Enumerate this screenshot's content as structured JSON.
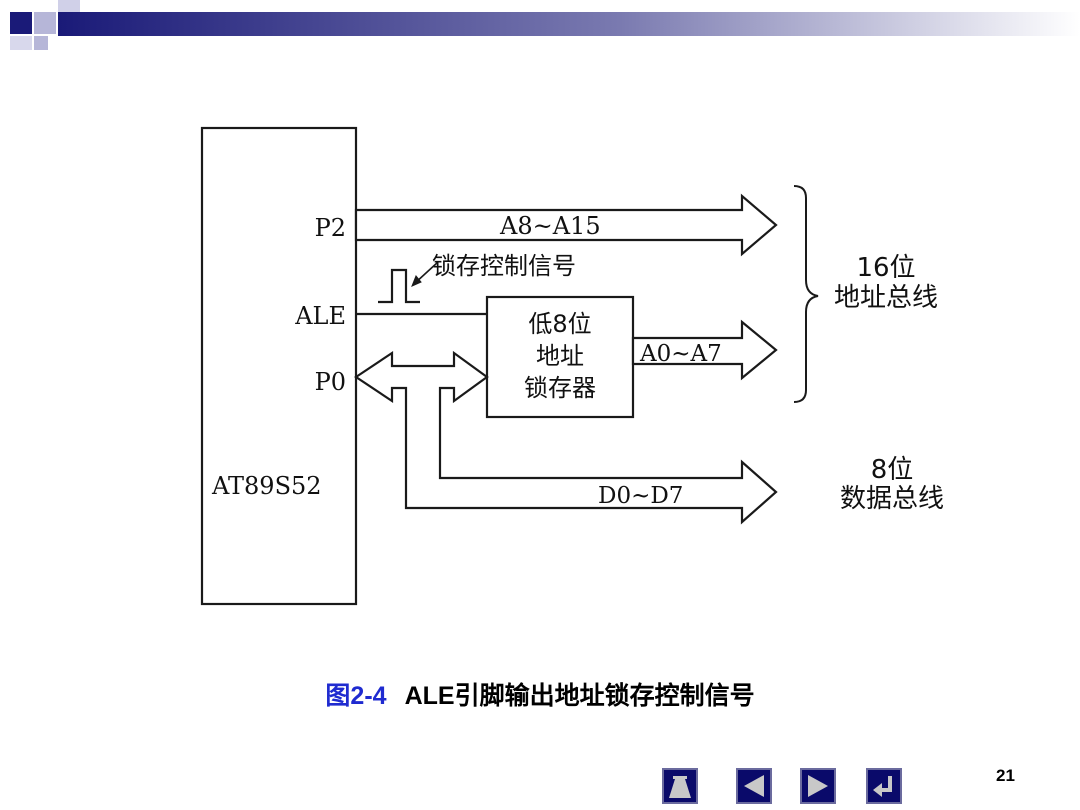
{
  "diagram": {
    "chip_label": "AT89S52",
    "pins": {
      "p2": "P2",
      "ale": "ALE",
      "p0": "P0"
    },
    "bus_high": "A8~A15",
    "bus_low": "A0~A7",
    "bus_data": "D0~D7",
    "latch_signal": "锁存控制信号",
    "latch_box": [
      "低8位",
      "地址",
      "锁存器"
    ],
    "addr_bus_label": [
      "16位",
      "地址总线"
    ],
    "data_bus_label": [
      "8位",
      "数据总线"
    ]
  },
  "caption": {
    "figure_no": "图2-4",
    "title": "ALE引脚输出地址锁存控制信号"
  },
  "page_number": "21",
  "nav": {
    "home_icon": "home-icon",
    "prev_icon": "prev-arrow-icon",
    "next_icon": "next-arrow-icon",
    "return_icon": "return-icon"
  },
  "colors": {
    "caption_blue": "#1f2bd0",
    "nav_dark": "#0a0a6a"
  }
}
